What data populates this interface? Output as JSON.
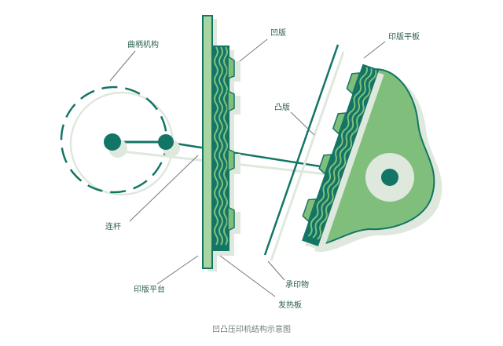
{
  "labels": {
    "crank": "曲柄机构",
    "connecting_rod": "连杆",
    "plate_platform": "印版平台",
    "intaglio_plate": "凹版",
    "relief_plate": "凸版",
    "printing_platen": "印版平板",
    "substrate": "承印物",
    "heating_plate": "发热板"
  },
  "caption": "凹凸压印机结构示意图",
  "colors": {
    "dark_green": "#137566",
    "mid_green": "#7fbf7b",
    "light_green": "#a9d5a1",
    "shadow": "#dfe8dd",
    "leader": "#777777"
  }
}
